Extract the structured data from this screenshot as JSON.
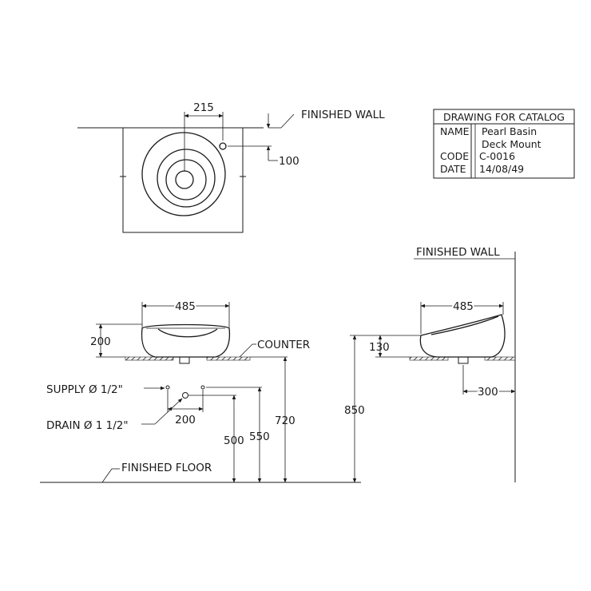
{
  "title_block": {
    "heading": "DRAWING FOR CATALOG",
    "rows": [
      {
        "label": "NAME",
        "value": "Pearl Basin"
      },
      {
        "label": "",
        "value": "Deck Mount"
      },
      {
        "label": "CODE",
        "value": "C-0016"
      },
      {
        "label": "DATE",
        "value": "14/08/49"
      }
    ]
  },
  "plan": {
    "finished_wall": "FINISHED WALL",
    "dim_width": "215",
    "dim_offset": "100"
  },
  "front": {
    "dim_width": "485",
    "dim_height": "200",
    "counter": "COUNTER",
    "supply": "SUPPLY Ø 1/2\"",
    "drain": "DRAIN Ø 1 1/2\"",
    "dim_supply_spacing": "200",
    "dim_500": "500",
    "dim_550": "550",
    "dim_720": "720",
    "finished_floor": "FINISHED FLOOR"
  },
  "side": {
    "finished_wall": "FINISHED WALL",
    "dim_width": "485",
    "dim_height": "130",
    "dim_850": "850",
    "dim_300": "300"
  }
}
